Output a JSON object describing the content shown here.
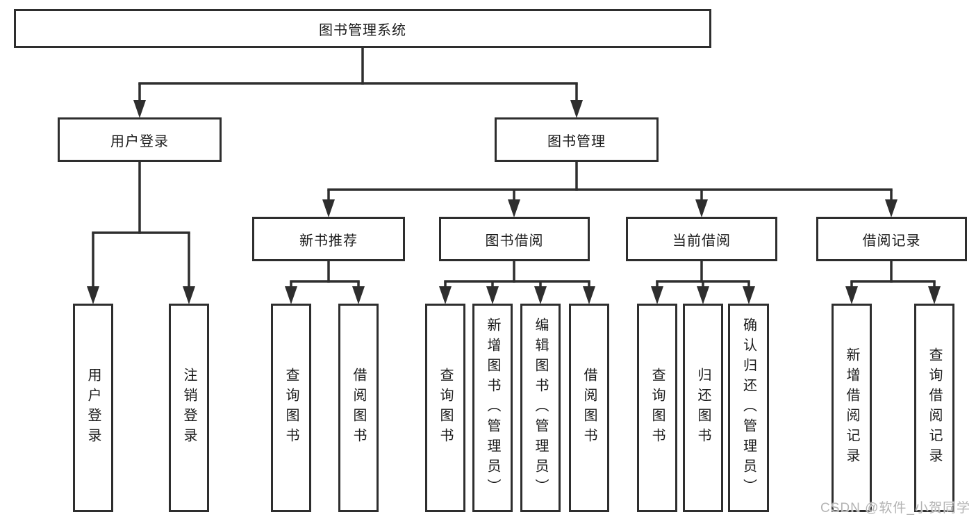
{
  "diagram": {
    "title": "图书管理系统",
    "user_login": {
      "label": "用户登录",
      "children": {
        "login": "用户登录",
        "logout": "注销登录"
      }
    },
    "book_mgmt": {
      "label": "图书管理",
      "new_rec": {
        "label": "新书推荐",
        "children": {
          "query": "查询图书",
          "borrow": "借阅图书"
        }
      },
      "borrow": {
        "label": "图书借阅",
        "children": {
          "query": "查询图书",
          "add": "新增图书（管理员）",
          "edit": "编辑图书（管理员）",
          "borrow": "借阅图书"
        }
      },
      "current": {
        "label": "当前借阅",
        "children": {
          "query": "查询图书",
          "return": "归还图书",
          "confirm": "确认归还（管理员）"
        }
      },
      "records": {
        "label": "借阅记录",
        "children": {
          "add": "新增借阅记录",
          "query": "查询借阅记录"
        }
      }
    }
  },
  "watermark": "CSDN @软件_小贺同学",
  "colors": {
    "line": "#2e2e2e",
    "text": "#1b1b1b",
    "watermark": "#b4b4b4",
    "background": "#ffffff"
  }
}
